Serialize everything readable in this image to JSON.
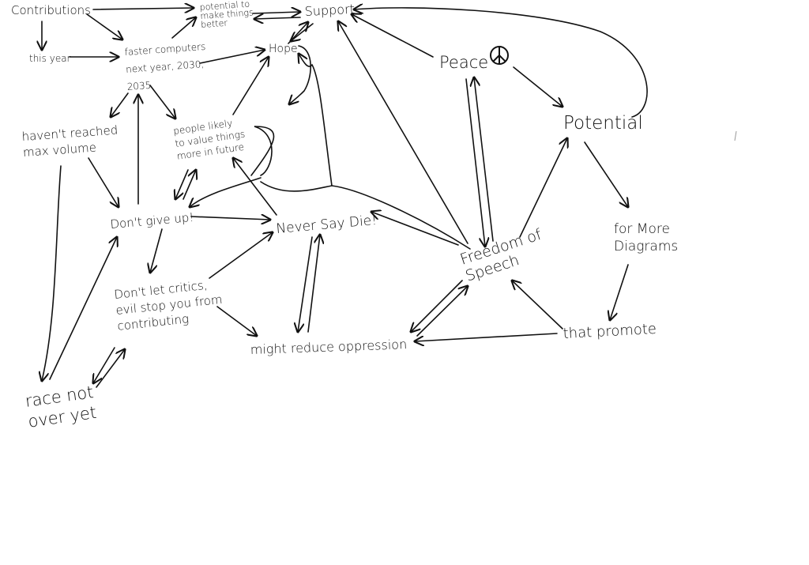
{
  "nodes": {
    "contributions": {
      "lines": [
        "Contributions"
      ]
    },
    "this_year": {
      "lines": [
        "this year"
      ]
    },
    "faster_computers": {
      "lines": [
        "faster computers",
        "next year, 2030,",
        "2035"
      ]
    },
    "potential_to": {
      "lines": [
        "potential to",
        "make things",
        "better"
      ]
    },
    "support": {
      "lines": [
        "Support"
      ]
    },
    "hope": {
      "lines": [
        "Hope"
      ]
    },
    "peace": {
      "lines": [
        "Peace"
      ]
    },
    "potential": {
      "lines": [
        "Potential"
      ]
    },
    "havent_reached": {
      "lines": [
        "haven't reached",
        "max volume"
      ]
    },
    "people_likely": {
      "lines": [
        "people likely",
        "to value things",
        "more in future"
      ]
    },
    "dont_give_up": {
      "lines": [
        "Don't give up!"
      ]
    },
    "never_say_die": {
      "lines": [
        "Never Say Die!"
      ]
    },
    "freedom_of_speech": {
      "lines": [
        "Freedom of",
        "Speech"
      ]
    },
    "for_more_diagrams": {
      "lines": [
        "for More",
        "Diagrams"
      ]
    },
    "dont_let_critics": {
      "lines": [
        "Don't let critics,",
        "evil stop you from",
        "contributing"
      ]
    },
    "might_reduce": {
      "lines": [
        "might reduce oppression"
      ]
    },
    "that_promote": {
      "lines": [
        "that promote"
      ]
    },
    "race_not_over": {
      "lines": [
        "race not",
        "over yet"
      ]
    }
  },
  "icons": {
    "peace": "peace-sign-icon"
  },
  "edges": [
    {
      "from": "contributions",
      "to": "potential_to"
    },
    {
      "from": "contributions",
      "to": "faster_computers"
    },
    {
      "from": "contributions",
      "to": "this_year"
    },
    {
      "from": "this_year",
      "to": "faster_computers"
    },
    {
      "from": "faster_computers",
      "to": "potential_to"
    },
    {
      "from": "potential_to",
      "to": "support"
    },
    {
      "from": "support",
      "to": "potential_to"
    },
    {
      "from": "faster_computers",
      "to": "hope"
    },
    {
      "from": "hope",
      "to": "support"
    },
    {
      "from": "support",
      "to": "hope"
    },
    {
      "from": "faster_computers",
      "to": "havent_reached"
    },
    {
      "from": "faster_computers",
      "to": "people_likely"
    },
    {
      "from": "dont_give_up",
      "to": "faster_computers"
    },
    {
      "from": "people_likely",
      "to": "hope"
    },
    {
      "from": "hope",
      "to": "people_likely"
    },
    {
      "from": "people_likely",
      "to": "dont_give_up"
    },
    {
      "from": "dont_give_up",
      "to": "people_likely"
    },
    {
      "from": "havent_reached",
      "to": "dont_give_up"
    },
    {
      "from": "dont_give_up",
      "to": "never_say_die"
    },
    {
      "from": "freedom_of_speech",
      "to": "dont_give_up"
    },
    {
      "from": "freedom_of_speech",
      "to": "hope"
    },
    {
      "from": "never_say_die",
      "to": "people_likely"
    },
    {
      "from": "dont_give_up",
      "to": "dont_let_critics"
    },
    {
      "from": "dont_let_critics",
      "to": "never_say_die"
    },
    {
      "from": "dont_let_critics",
      "to": "might_reduce"
    },
    {
      "from": "never_say_die",
      "to": "might_reduce"
    },
    {
      "from": "might_reduce",
      "to": "never_say_die"
    },
    {
      "from": "havent_reached",
      "to": "race_not_over"
    },
    {
      "from": "race_not_over",
      "to": "dont_give_up"
    },
    {
      "from": "dont_let_critics",
      "to": "race_not_over"
    },
    {
      "from": "race_not_over",
      "to": "dont_let_critics"
    },
    {
      "from": "freedom_of_speech",
      "to": "never_say_die"
    },
    {
      "from": "freedom_of_speech",
      "to": "support"
    },
    {
      "from": "peace",
      "to": "support"
    },
    {
      "from": "potential",
      "to": "support"
    },
    {
      "from": "peace",
      "to": "potential"
    },
    {
      "from": "peace",
      "to": "freedom_of_speech"
    },
    {
      "from": "freedom_of_speech",
      "to": "peace"
    },
    {
      "from": "freedom_of_speech",
      "to": "potential"
    },
    {
      "from": "potential",
      "to": "for_more_diagrams"
    },
    {
      "from": "for_more_diagrams",
      "to": "that_promote"
    },
    {
      "from": "that_promote",
      "to": "freedom_of_speech"
    },
    {
      "from": "that_promote",
      "to": "might_reduce"
    },
    {
      "from": "freedom_of_speech",
      "to": "might_reduce"
    },
    {
      "from": "might_reduce",
      "to": "freedom_of_speech"
    }
  ]
}
